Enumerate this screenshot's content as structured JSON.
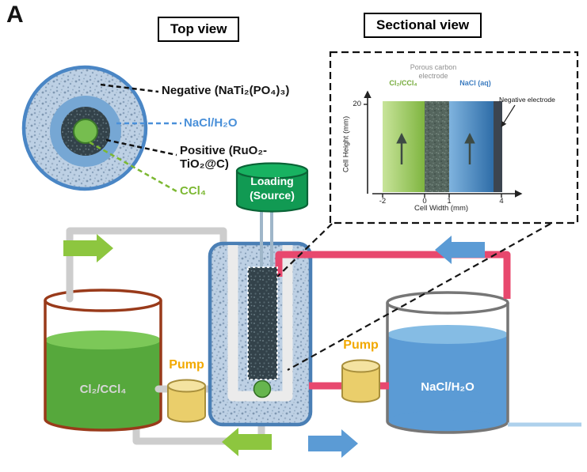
{
  "panel_label": "A",
  "titles": {
    "top_view": "Top view",
    "sectional_view": "Sectional view"
  },
  "top_view": {
    "label_negative": "Negative (NaTi₂(PO₄)₃)",
    "label_nacl": "NaCl/H₂O",
    "label_positive_line1": "Positive (RuO₂-",
    "label_positive_line2": "TiO₂@C)",
    "label_ccl4": "CCl₄"
  },
  "sectional_view": {
    "region_green": "Cl₂/CCl₄",
    "region_carbon_line1": "Porous carbon",
    "region_carbon_line2": "electrode",
    "region_blue": "NaCl (aq)",
    "negative_electrode": "Negative electrode",
    "y_axis": "Cell Height (mm)",
    "x_axis": "Cell Width (mm)",
    "y_tick": "20",
    "x_ticks": [
      "-2",
      "0",
      "1",
      "4"
    ]
  },
  "system": {
    "loading_line1": "Loading",
    "loading_line2": "(Source)",
    "pump_left": "Pump",
    "pump_right": "Pump",
    "left_tank": "Cl₂/CCl₄",
    "right_tank": "NaCl/H₂O"
  },
  "colors": {
    "flow_green": "#8dc63f",
    "flow_blue": "#5b9bd5",
    "tube_pink": "#e8486e",
    "tube_gray": "#cdcdcd",
    "pump_yellow": "#eace6b",
    "pump_label_orange": "#f2a900",
    "loading_green": "#119a53",
    "tank_brown": "#993a1a",
    "tank_gray": "#767676",
    "cell_border_blue": "#4a7fb5"
  }
}
